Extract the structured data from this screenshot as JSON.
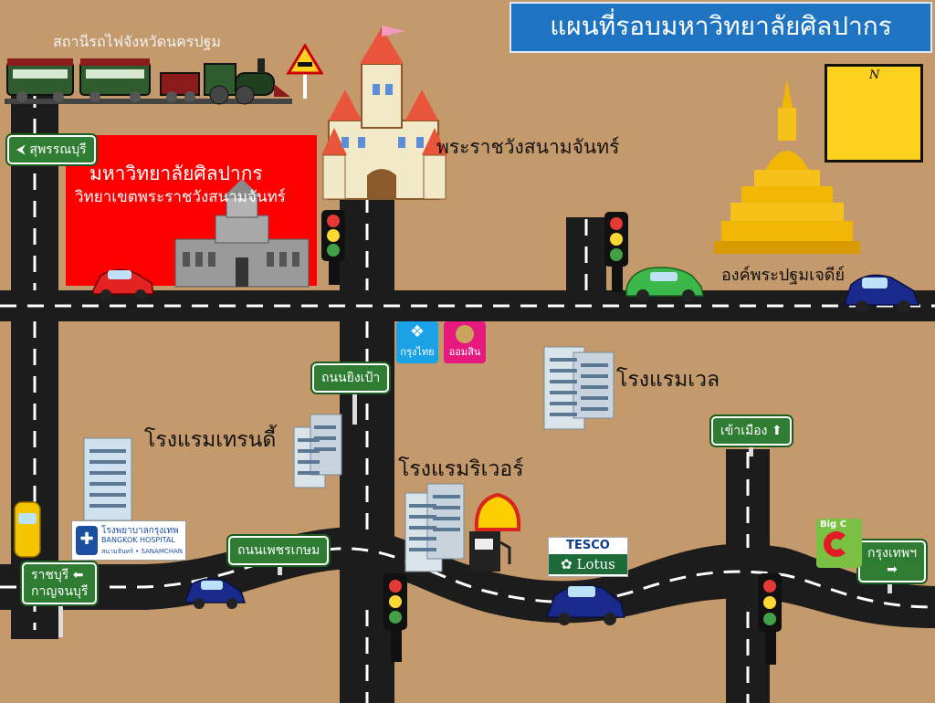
{
  "title": "แผนที่รอบมหาวิทยาลัยศิลปากร",
  "labels": {
    "station": "สถานีรถไฟจังหวัดนครปฐม",
    "palace": "พระราชวังสนามจันทร์",
    "university_line1": "มหาวิทยาลัยศิลปากร",
    "university_line2": "วิทยาเขตพระราชวังสนามจันทร์",
    "chedi": "องค์พระปฐมเจดีย์",
    "hotel_well": "โรงแรมเวล",
    "hotel_trendy": "โรงแรมเทรนดี้",
    "hotel_river": "โรงแรมริเวอร์"
  },
  "signs": {
    "suphanburi": "สุพรรณบุรี",
    "yingpao": "ถนนยิงเป้า",
    "phetkasem": "ถนนเพชรเกษม",
    "city": "เข้าเมือง",
    "ratchaburi": "ราชบุรี",
    "kanchanaburi": "กาญจนบุรี",
    "bangkok": "กรุงเทพฯ"
  },
  "logos": {
    "krungthai": "กรุงไทย",
    "gsb": "ออมสิน",
    "hospital_th": "โรงพยาบาลกรุงเทพ",
    "hospital_en": "BANGKOK HOSPITAL",
    "hospital_sub": "สนามจันทร์ • SANAMCHAN",
    "tesco": "TESCO",
    "lotus": "Lotus",
    "bigc": "Big C"
  },
  "compass_letter": "N",
  "colors": {
    "ground": "#c49a6c",
    "road": "#1c1c1c",
    "title_bg": "#1f74c2",
    "university_block": "#ff0000",
    "sign_green": "#2e7d32",
    "chedi_gold": "#f2b705",
    "compass_bg": "#ffd21f"
  }
}
